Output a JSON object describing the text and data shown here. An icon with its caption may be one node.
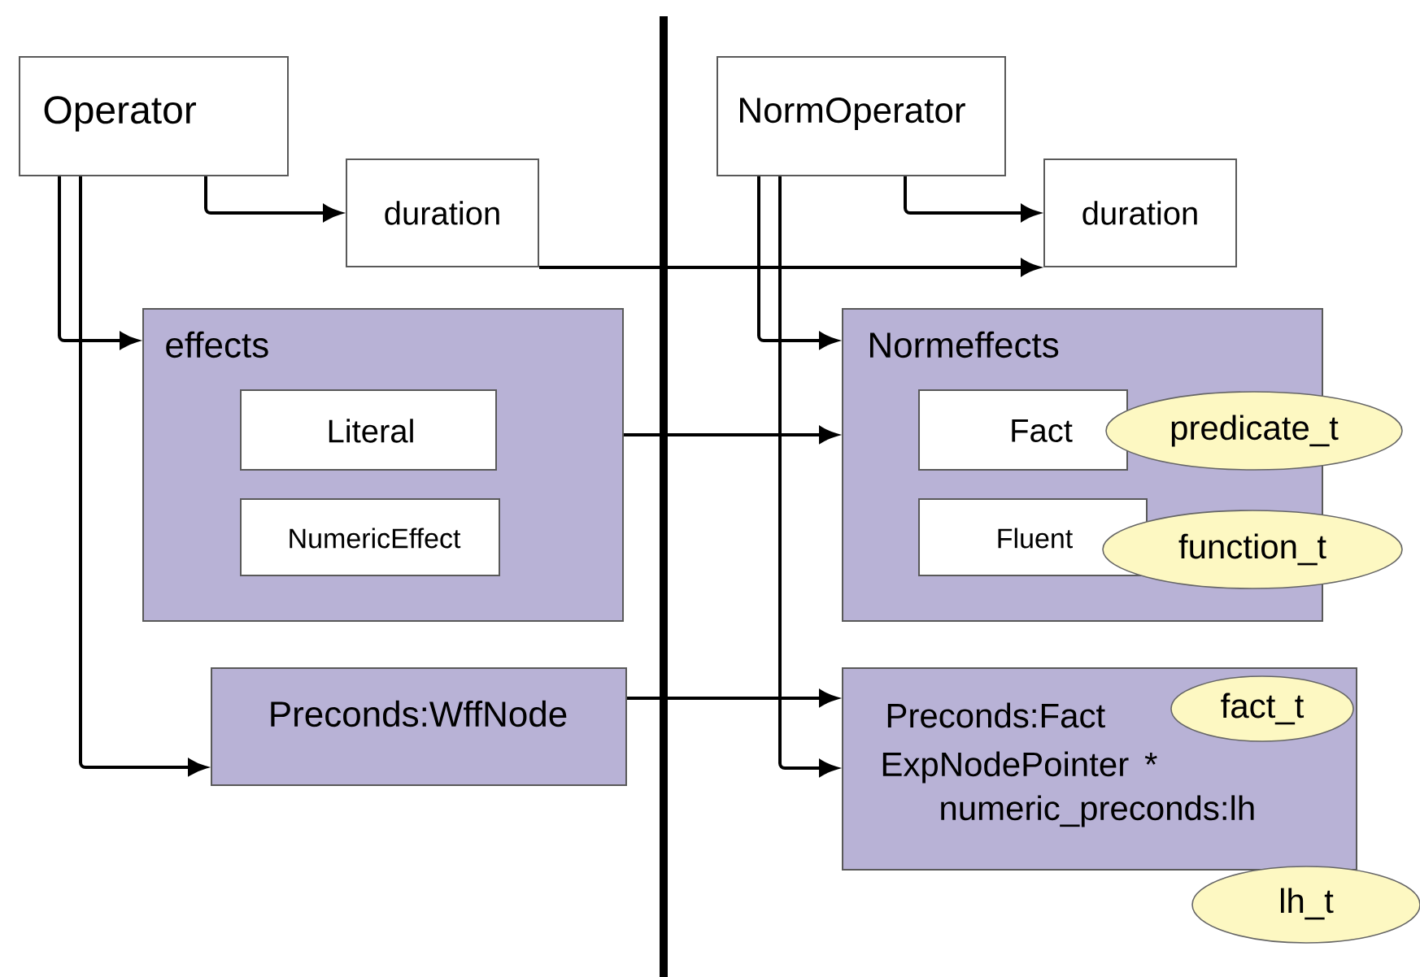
{
  "diagram": {
    "nodes": [
      {
        "text": [
          "Operator"
        ]
      },
      {
        "text": [
          "duration"
        ]
      },
      {
        "text": [
          "effects"
        ]
      },
      {
        "text": [
          "Literal"
        ],
        "in": 2
      },
      {
        "text": [
          "NumericEffect"
        ],
        "in": 2
      },
      {
        "text": [
          "Preconds:WffNode"
        ]
      },
      {
        "text": [
          "NormOperator"
        ]
      },
      {
        "text": [
          "duration"
        ]
      },
      {
        "text": [
          "Normeffects"
        ]
      },
      {
        "text": [
          "Fact"
        ],
        "in": 8
      },
      {
        "text": [
          "predicate_t"
        ]
      },
      {
        "text": [
          "Fluent"
        ],
        "in": 8
      },
      {
        "text": [
          "function_t"
        ]
      },
      {
        "text": [
          "Preconds:Fact",
          "ExpNodePointer * numeric_preconds:lh"
        ]
      },
      {
        "text": [
          "fact_t"
        ],
        "in": 13
      },
      {
        "text": [
          "lh_t"
        ]
      }
    ],
    "edges": [
      {
        "from": 0,
        "to": 1,
        "arrow": "to"
      },
      {
        "from": 0,
        "to": 2,
        "arrow": "to"
      },
      {
        "from": 0,
        "to": 5,
        "arrow": "to"
      },
      {
        "from": 1,
        "to": 7,
        "arrow": "to"
      },
      {
        "from": 6,
        "to": 7,
        "arrow": "to"
      },
      {
        "from": 6,
        "to": 8,
        "arrow": "to"
      },
      {
        "from": 6,
        "to": 13,
        "arrow": "to"
      },
      {
        "from": 2,
        "to": 8,
        "arrow": "to"
      },
      {
        "from": 5,
        "to": 13,
        "arrow": "to"
      }
    ]
  }
}
